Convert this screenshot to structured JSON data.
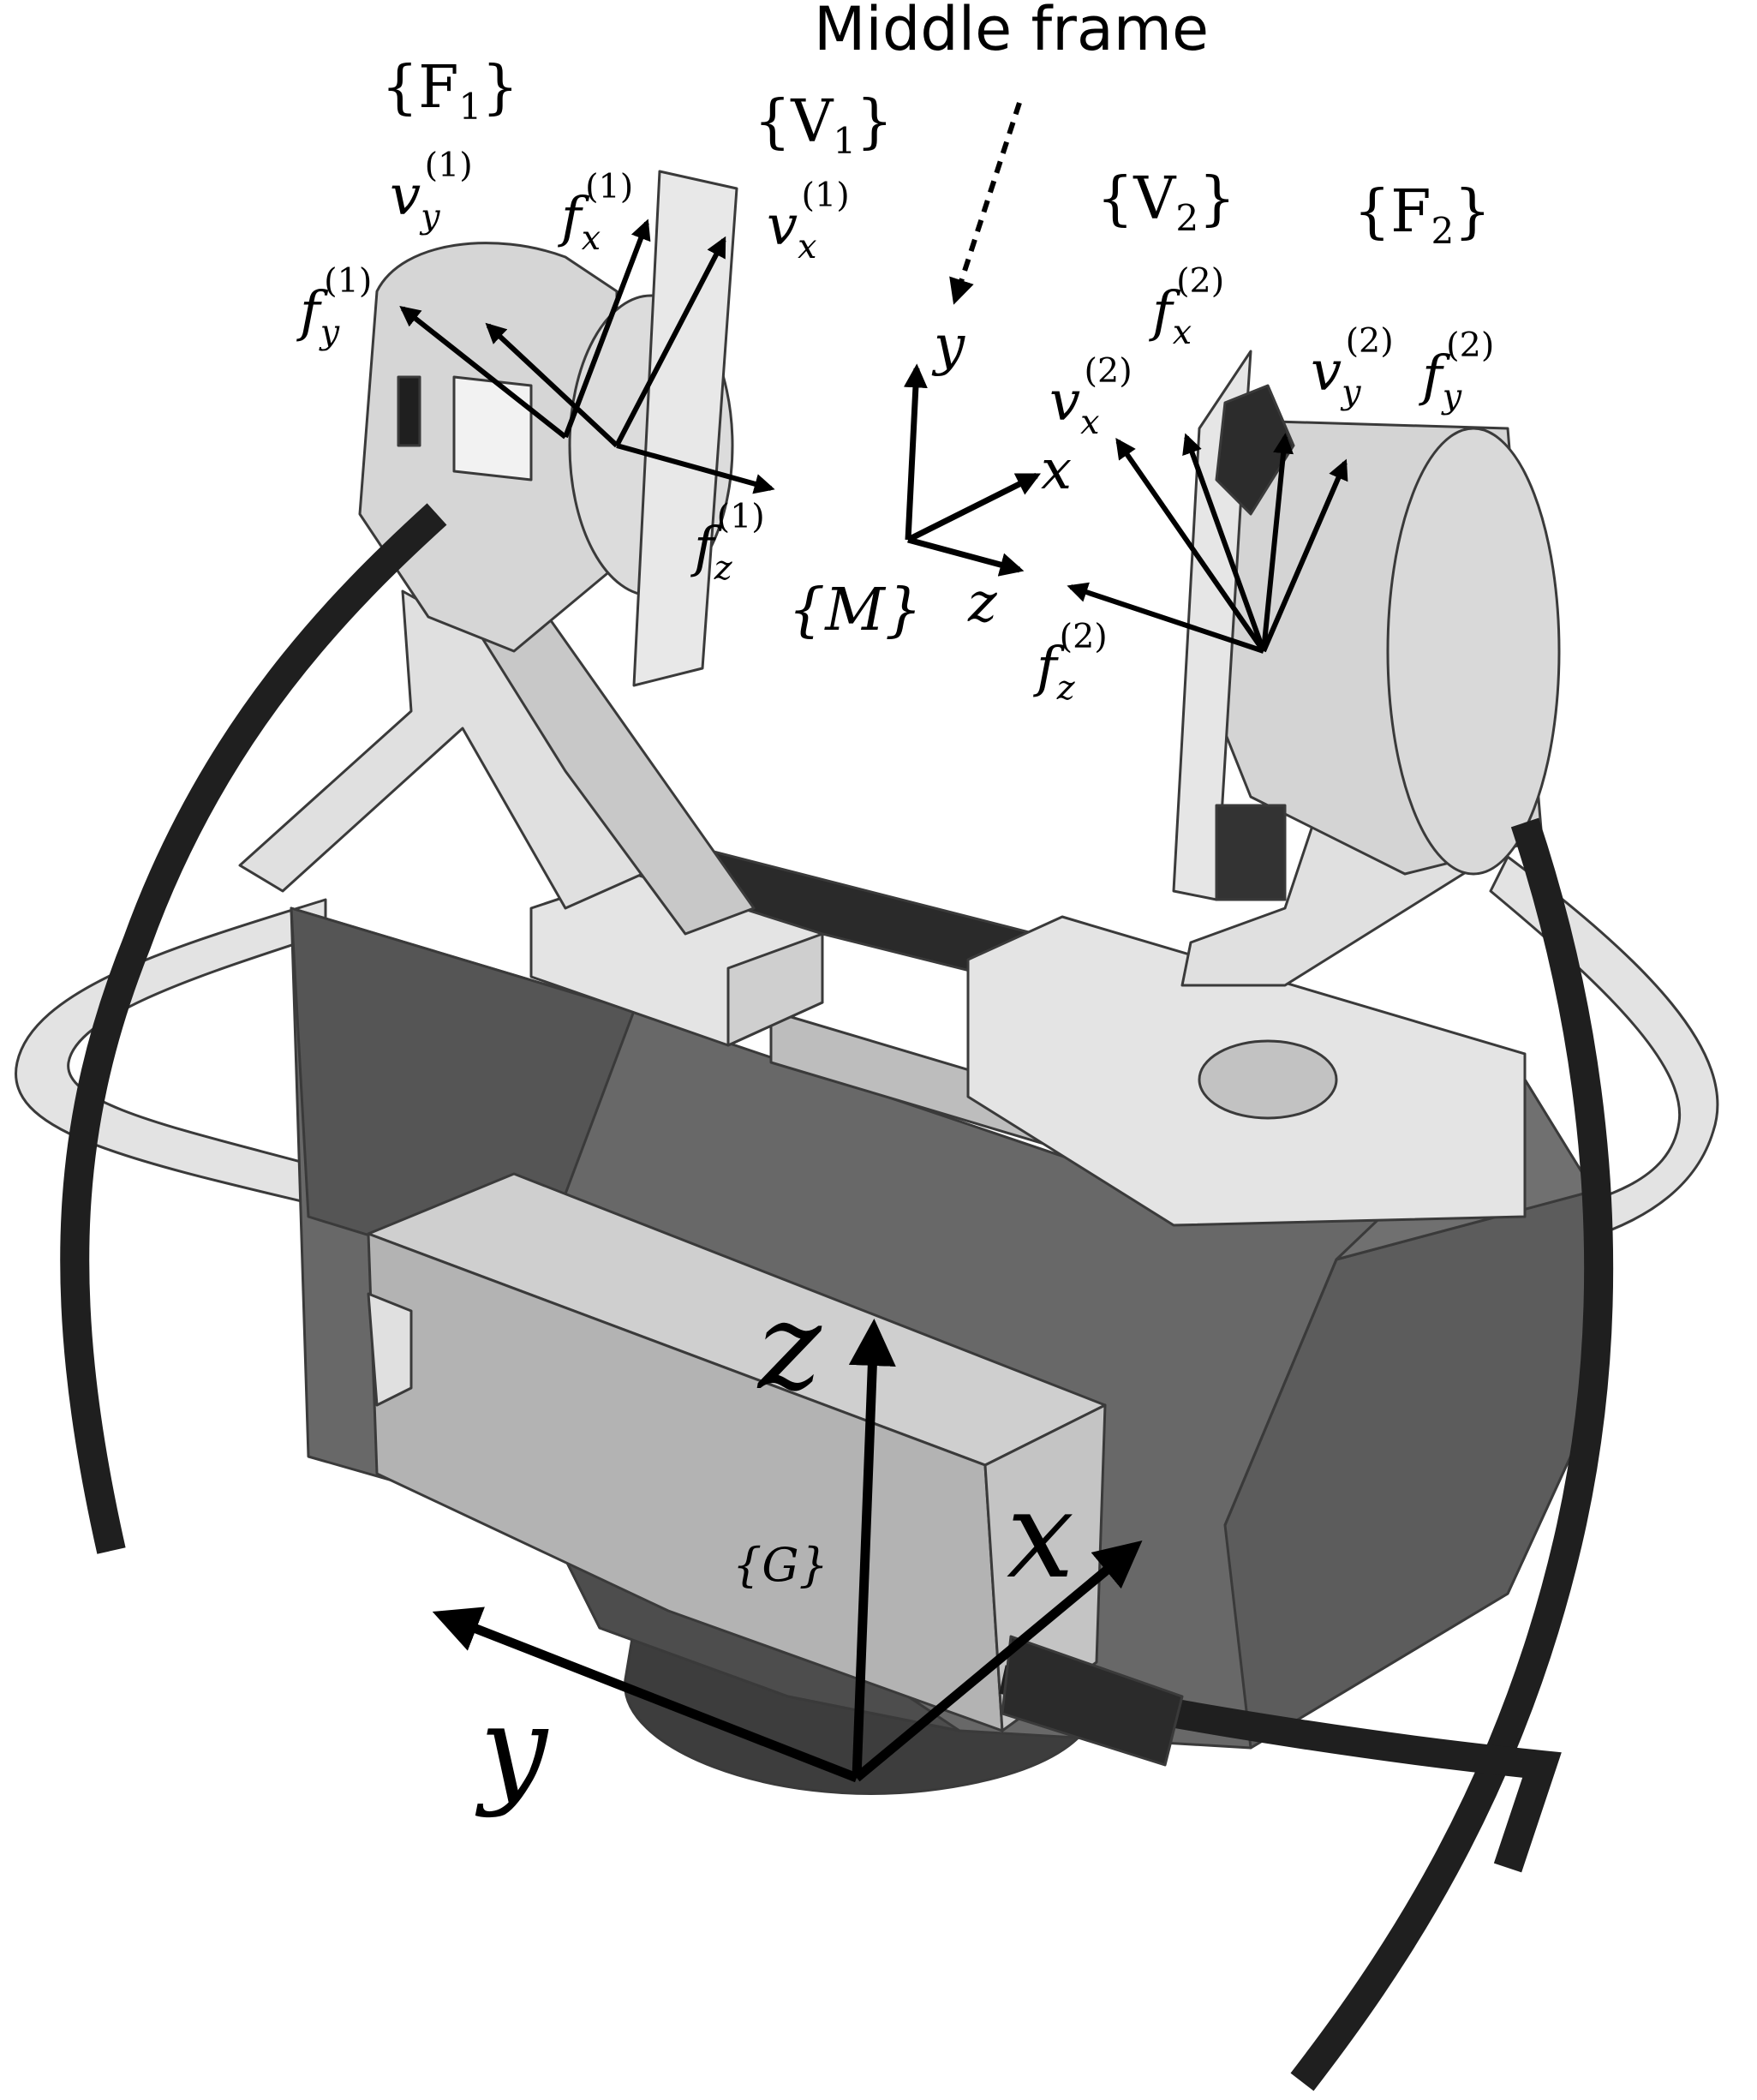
{
  "caption": "Middle frame",
  "frames": {
    "F1": {
      "name": "{F",
      "sub": "1",
      "close": "}"
    },
    "V1": {
      "name": "{V",
      "sub": "1",
      "close": "}"
    },
    "V2": {
      "name": "{V",
      "sub": "2",
      "close": "}"
    },
    "F2": {
      "name": "{F",
      "sub": "2",
      "close": "}"
    },
    "M": "{M}",
    "G": "{G}"
  },
  "labels": {
    "vy1": {
      "base": "v",
      "sub": "y",
      "sup": "(1)"
    },
    "fx1": {
      "base": "f",
      "sub": "x",
      "sup": "(1)"
    },
    "vx1": {
      "base": "v",
      "sub": "x",
      "sup": "(1)"
    },
    "fy1": {
      "base": "f",
      "sub": "y",
      "sup": "(1)"
    },
    "fz1": {
      "base": "f",
      "sub": "z",
      "sup": "(1)"
    },
    "fx2": {
      "base": "f",
      "sub": "x",
      "sup": "(2)"
    },
    "vx2": {
      "base": "v",
      "sub": "x",
      "sup": "(2)"
    },
    "vy2": {
      "base": "v",
      "sub": "y",
      "sup": "(2)"
    },
    "fy2": {
      "base": "f",
      "sub": "y",
      "sup": "(2)"
    },
    "fz2": {
      "base": "f",
      "sub": "z",
      "sup": "(2)"
    }
  },
  "axes_middle": {
    "x": "x",
    "y": "y",
    "z": "z"
  },
  "axes_gripper": {
    "x": "x",
    "y": "y",
    "z": "z"
  },
  "colors": {
    "dark_body": "#6b6b6b",
    "darker_body": "#4a4a4a",
    "light_part": "#d4d4d4",
    "lighter_part": "#e6e6e6",
    "cable": "#1f1f1f"
  }
}
